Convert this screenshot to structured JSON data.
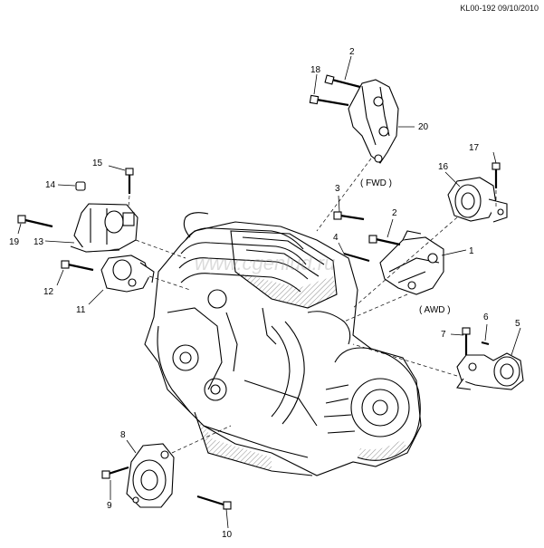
{
  "document_id": "KL00-192 09/10/2010",
  "variants": {
    "fwd": "( FWD )",
    "awd": "( AWD )"
  },
  "callouts": [
    "1",
    "2",
    "2",
    "3",
    "4",
    "5",
    "6",
    "7",
    "8",
    "9",
    "10",
    "11",
    "12",
    "13",
    "14",
    "15",
    "16",
    "17",
    "18",
    "19",
    "20"
  ],
  "watermark": "www.cgenlud.ru"
}
